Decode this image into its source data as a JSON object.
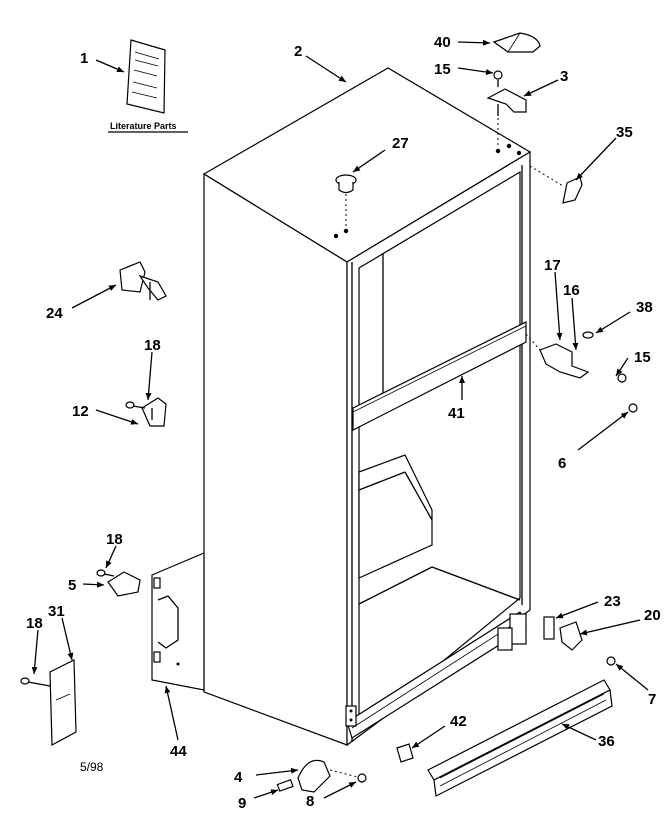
{
  "callouts": {
    "c1": "1",
    "c2": "2",
    "c3": "3",
    "c4": "4",
    "c5": "5",
    "c6": "6",
    "c7": "7",
    "c8": "8",
    "c9": "9",
    "c12": "12",
    "c15a": "15",
    "c15b": "15",
    "c16": "16",
    "c17": "17",
    "c18a": "18",
    "c18b": "18",
    "c18c": "18",
    "c20": "20",
    "c23": "23",
    "c24": "24",
    "c27": "27",
    "c31": "31",
    "c35": "35",
    "c36": "36",
    "c38": "38",
    "c40": "40",
    "c41": "41",
    "c42": "42",
    "c44": "44"
  },
  "literature_label": "Literature Parts",
  "date_code": "5/98"
}
